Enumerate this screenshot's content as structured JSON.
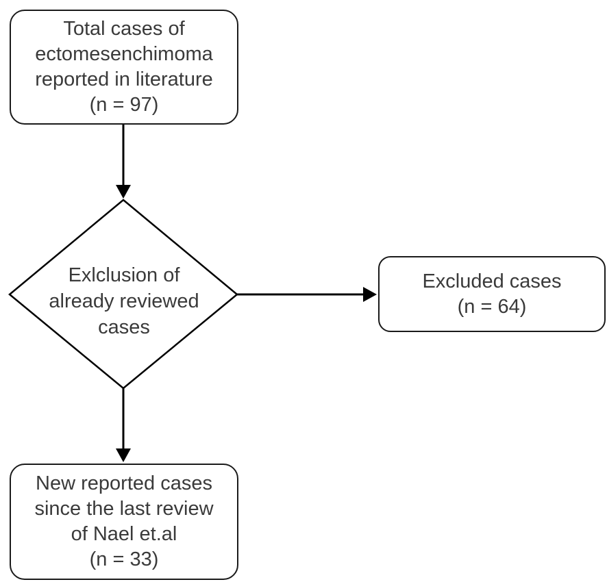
{
  "flowchart": {
    "box_total": {
      "lines": [
        "Total cases of",
        "ectomesenchimoma",
        "reported in literature",
        "(n = 97)"
      ]
    },
    "decision": {
      "lines": [
        "Exlclusion of",
        "already reviewed",
        "cases"
      ]
    },
    "box_excluded": {
      "lines": [
        "Excluded cases",
        "(n = 64)"
      ]
    },
    "box_new": {
      "lines": [
        "New reported cases",
        "since the last review",
        "of Nael et.al",
        "(n = 33)"
      ]
    }
  }
}
